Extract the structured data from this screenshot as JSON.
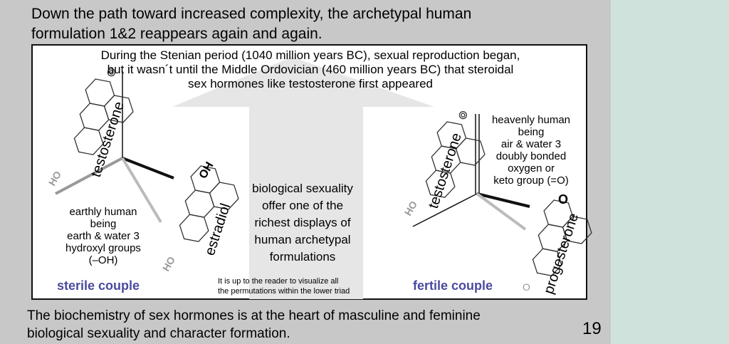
{
  "heading": {
    "line1": "Down the path toward increased complexity, the archetypal human",
    "line2": "formulation 1&2 reappears again and again."
  },
  "intro": {
    "line1": "During the Stenian period (1040 million years BC), sexual reproduction began,",
    "line2": "but it wasn´t until the Middle Ordovician (460 million years BC) that steroidal",
    "line3": "sex hormones like testosterone first appeared"
  },
  "center_text": {
    "line1": "biological sexuality",
    "line2": "offer one of the",
    "line3": "richest displays of",
    "line4": "human archetypal",
    "line5": "formulations"
  },
  "left_block": {
    "line1": "earthly human",
    "line2": "being",
    "line3": "earth & water 3",
    "line4": "hydroxyl groups",
    "line5": "(–OH)"
  },
  "right_block": {
    "line1": "heavenly human",
    "line2": "being",
    "line3": "air & water 3",
    "line4": "doubly bonded",
    "line5": "oxygen or",
    "line6": "keto group (=O)"
  },
  "molecules": {
    "testosterone": "testosterone",
    "estradiol": "estradiol",
    "progesterone": "progesterone",
    "ho": "HO",
    "oh": "OH",
    "o": "O"
  },
  "couples": {
    "sterile": "sterile couple",
    "fertile": "fertile couple"
  },
  "note": {
    "line1": "It is up to the reader to visualize all",
    "line2": "the permutations within the lower triad"
  },
  "footer": {
    "line1": "The biochemistry of sex hormones is at the heart of masculine and feminine",
    "line2": "biological sexuality and character formation."
  },
  "page_number": "19",
  "colors": {
    "couple_label": "#4a4aa0",
    "background": "#c8c8c8",
    "sidebar": "#cfe3dc"
  }
}
